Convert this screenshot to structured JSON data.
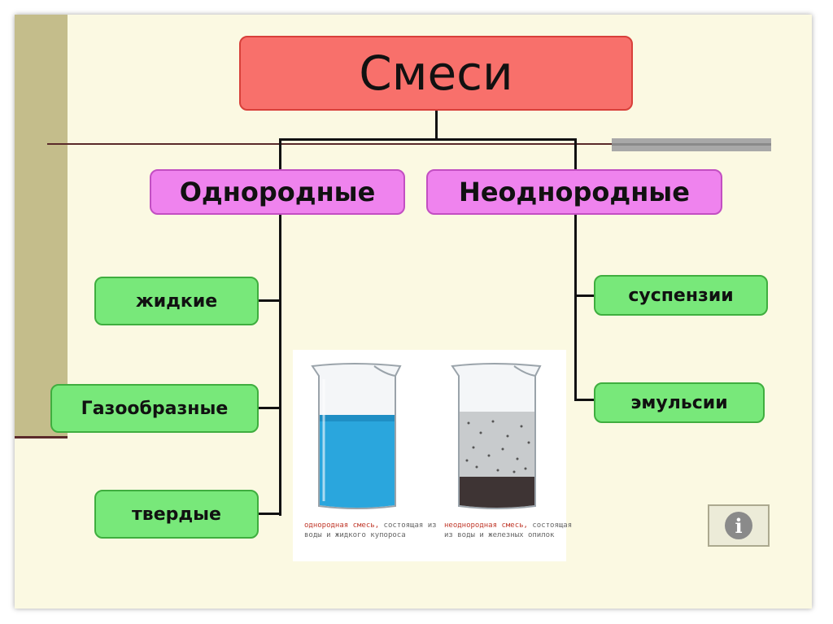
{
  "root": {
    "label": "Смеси"
  },
  "categories": [
    {
      "label": "Однородные"
    },
    {
      "label": "Неоднородные"
    }
  ],
  "homogeneous_items": [
    {
      "label": "жидкие"
    },
    {
      "label": "Газообразные"
    },
    {
      "label": "твердые"
    }
  ],
  "heterogeneous_items": [
    {
      "label": "суспензии"
    },
    {
      "label": "эмульсии"
    }
  ],
  "photo": {
    "left_caption": {
      "colored": "однородная смесь,",
      "rest": "состоящая из воды и жидкого купороса"
    },
    "right_caption": {
      "colored": "неоднородная смесь,",
      "rest": "состоящая из воды и железных опилок"
    }
  },
  "info_button": {
    "icon": "info-icon",
    "glyph": "i"
  },
  "colors": {
    "root": "#f8706b",
    "category": "#ef83ee",
    "item": "#78e87a",
    "background": "#fbf9e2"
  }
}
